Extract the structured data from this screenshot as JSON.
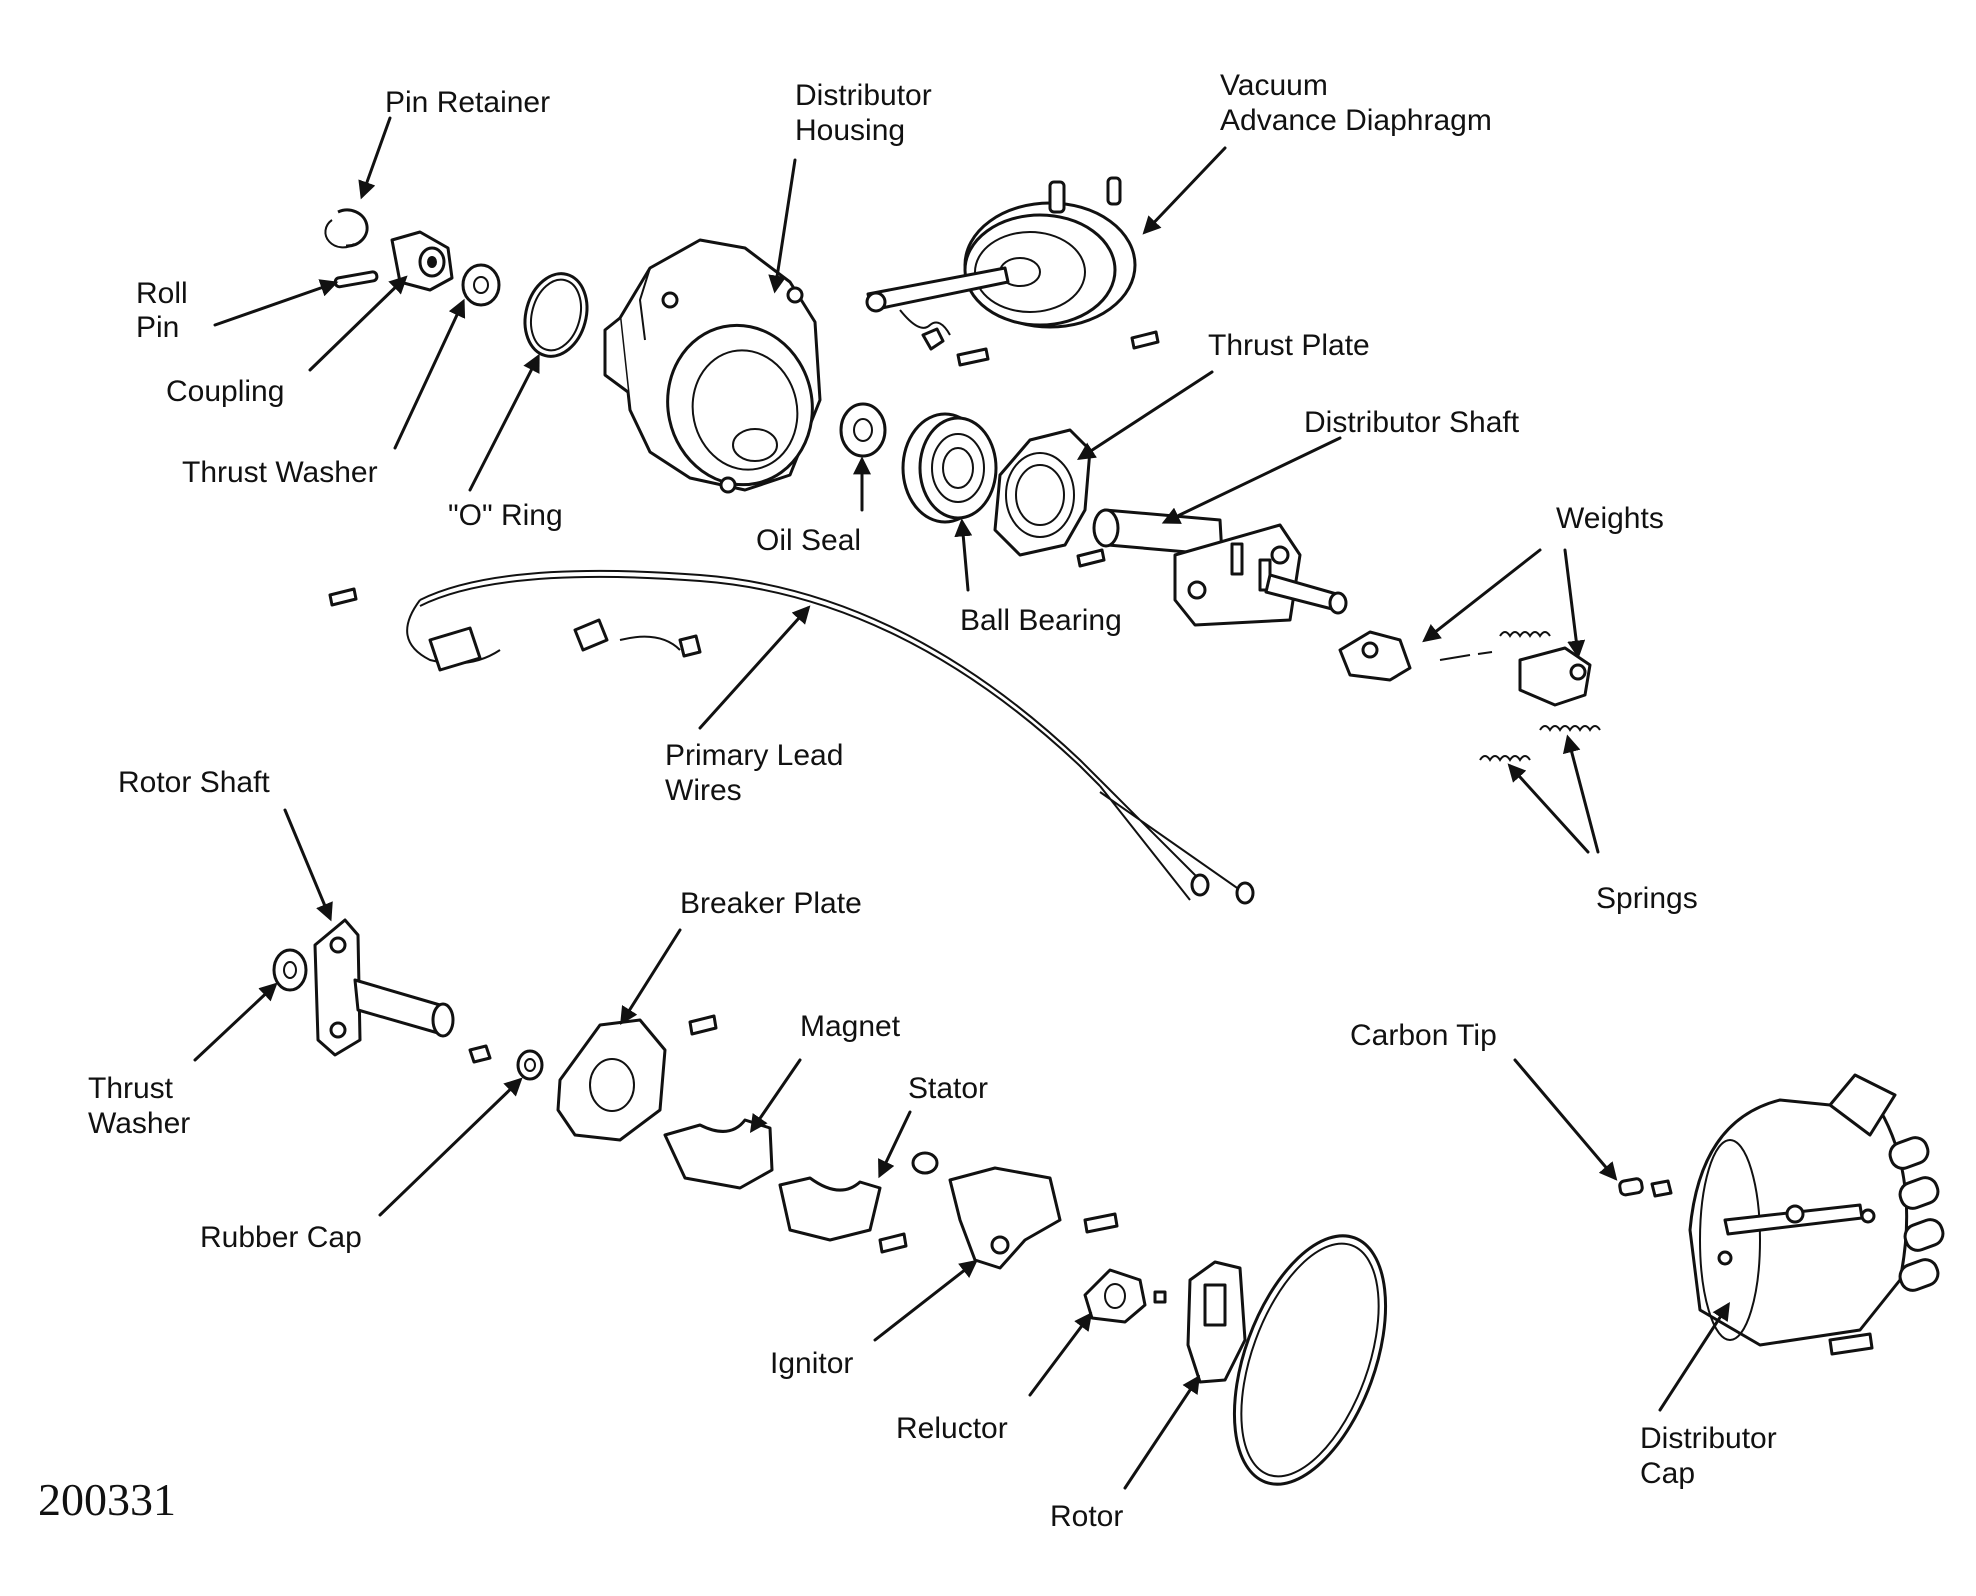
{
  "figure_number": "200331",
  "labels": {
    "pin_retainer": "Pin Retainer",
    "distributor_housing": [
      "Distributor",
      "Housing"
    ],
    "vacuum_advance_diaphragm": [
      "Vacuum",
      "Advance Diaphragm"
    ],
    "roll_pin": [
      "Roll",
      "Pin"
    ],
    "coupling": "Coupling",
    "thrust_washer_top": "Thrust Washer",
    "o_ring": "\"O\" Ring",
    "oil_seal": "Oil Seal",
    "ball_bearing": "Ball Bearing",
    "thrust_plate": "Thrust Plate",
    "distributor_shaft": "Distributor Shaft",
    "weights": "Weights",
    "springs": "Springs",
    "primary_lead_wires": [
      "Primary Lead",
      "Wires"
    ],
    "rotor_shaft": "Rotor Shaft",
    "thrust_washer_bottom": [
      "Thrust",
      "Washer"
    ],
    "breaker_plate": "Breaker Plate",
    "rubber_cap": "Rubber Cap",
    "magnet": "Magnet",
    "stator": "Stator",
    "ignitor": "Ignitor",
    "reluctor": "Reluctor",
    "rotor": "Rotor",
    "carbon_tip": "Carbon Tip",
    "distributor_cap": [
      "Distributor",
      "Cap"
    ]
  }
}
